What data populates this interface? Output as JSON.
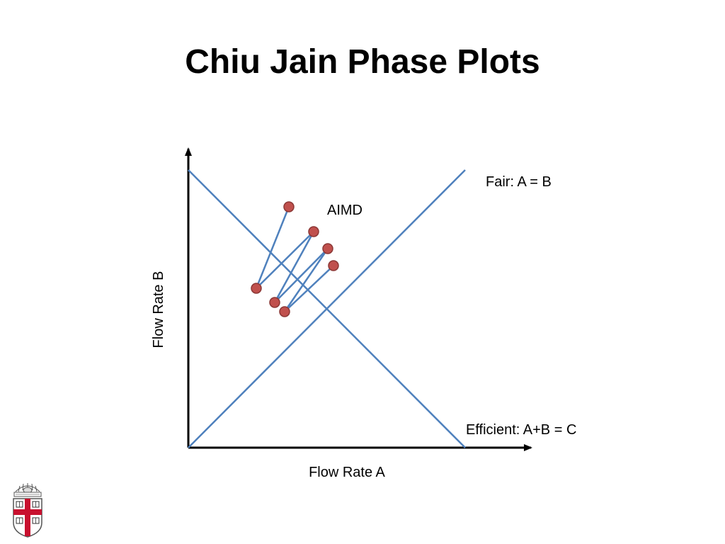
{
  "title": "Chiu Jain Phase Plots",
  "axes": {
    "x_label": "Flow Rate A",
    "y_label": "Flow Rate B"
  },
  "lines": {
    "fair": "Fair: A = B",
    "efficient": "Efficient: A+B = C"
  },
  "trajectory": {
    "label": "AIMD",
    "point_count": 7
  },
  "colors": {
    "line": "#4f81bd",
    "point_fill": "#c0504d",
    "point_stroke": "#8c3836",
    "axis": "#000000",
    "logo_red": "#c8102e"
  },
  "logo": {
    "icon": "university-shield-icon"
  }
}
